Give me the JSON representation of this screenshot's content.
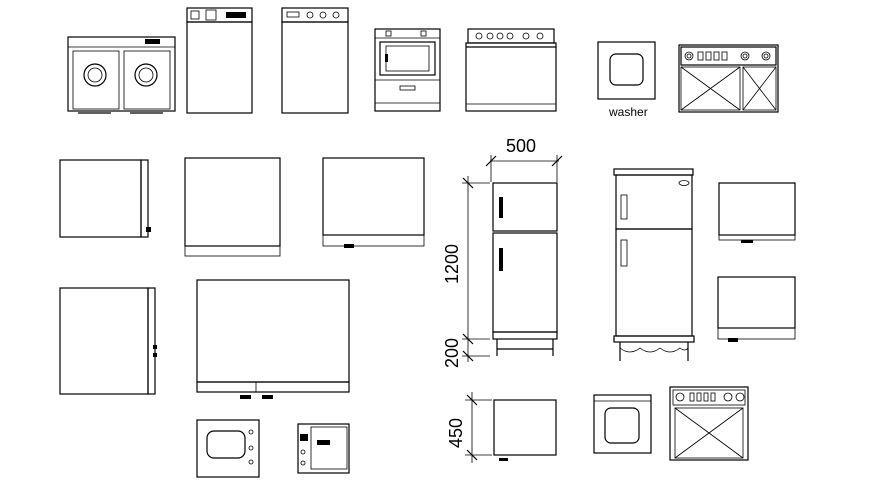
{
  "labels": {
    "washer": "washer",
    "width_dim": "500",
    "fridge_height_dim": "1200",
    "base_height_dim": "200",
    "cabinet_height_dim": "450"
  }
}
